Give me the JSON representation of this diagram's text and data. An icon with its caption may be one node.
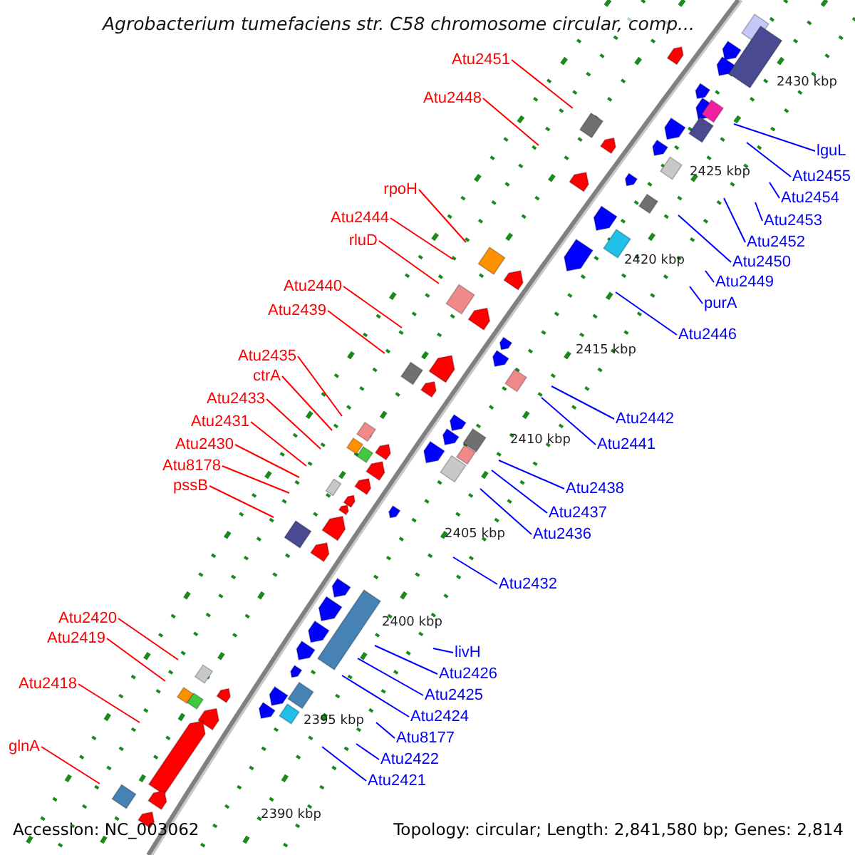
{
  "diagram": {
    "title": "Agrobacterium tumefaciens str. C58 chromosome circular, comp...",
    "nodes": [
      {
        "text": [
          "Atu2451"
        ]
      },
      {
        "text": [
          "Atu2448"
        ]
      },
      {
        "text": [
          "rpoH"
        ]
      },
      {
        "text": [
          "Atu2444"
        ]
      },
      {
        "text": [
          "rluD"
        ]
      },
      {
        "text": [
          "Atu2440"
        ]
      },
      {
        "text": [
          "Atu2439"
        ]
      },
      {
        "text": [
          "Atu2435"
        ]
      },
      {
        "text": [
          "ctrA"
        ]
      },
      {
        "text": [
          "Atu2433"
        ]
      },
      {
        "text": [
          "Atu2431"
        ]
      },
      {
        "text": [
          "Atu2430"
        ]
      },
      {
        "text": [
          "Atu8178"
        ]
      },
      {
        "text": [
          "pssB"
        ]
      },
      {
        "text": [
          "Atu2420"
        ]
      },
      {
        "text": [
          "Atu2419"
        ]
      },
      {
        "text": [
          "Atu2418"
        ]
      },
      {
        "text": [
          "glnA"
        ]
      },
      {
        "text": [
          "lguL"
        ]
      },
      {
        "text": [
          "Atu2455"
        ]
      },
      {
        "text": [
          "Atu2454"
        ]
      },
      {
        "text": [
          "Atu2453"
        ]
      },
      {
        "text": [
          "Atu2452"
        ]
      },
      {
        "text": [
          "Atu2450"
        ]
      },
      {
        "text": [
          "Atu2449"
        ]
      },
      {
        "text": [
          "purA"
        ]
      },
      {
        "text": [
          "Atu2446"
        ]
      },
      {
        "text": [
          "Atu2442"
        ]
      },
      {
        "text": [
          "Atu2441"
        ]
      },
      {
        "text": [
          "Atu2438"
        ]
      },
      {
        "text": [
          "Atu2437"
        ]
      },
      {
        "text": [
          "Atu2436"
        ]
      },
      {
        "text": [
          "Atu2432"
        ]
      },
      {
        "text": [
          "livH"
        ]
      },
      {
        "text": [
          "Atu2426"
        ]
      },
      {
        "text": [
          "Atu2425"
        ]
      },
      {
        "text": [
          "Atu2424"
        ]
      },
      {
        "text": [
          "Atu8177"
        ]
      },
      {
        "text": [
          "Atu2422"
        ]
      },
      {
        "text": [
          "Atu2421"
        ]
      }
    ],
    "edges": [
      {
        "from": 0,
        "to": null,
        "arrow": "none",
        "color": "#ff0000"
      },
      {
        "from": 1,
        "to": null,
        "arrow": "none",
        "color": "#ff0000"
      },
      {
        "from": 2,
        "to": null,
        "arrow": "none",
        "color": "#ff0000"
      },
      {
        "from": 3,
        "to": null,
        "arrow": "none",
        "color": "#ff0000"
      },
      {
        "from": 4,
        "to": null,
        "arrow": "none",
        "color": "#ff0000"
      },
      {
        "from": 5,
        "to": null,
        "arrow": "none",
        "color": "#ff0000"
      },
      {
        "from": 6,
        "to": null,
        "arrow": "none",
        "color": "#ff0000"
      },
      {
        "from": 7,
        "to": null,
        "arrow": "none",
        "color": "#ff0000"
      },
      {
        "from": 8,
        "to": null,
        "arrow": "none",
        "color": "#ff0000"
      },
      {
        "from": 9,
        "to": null,
        "arrow": "none",
        "color": "#ff0000"
      },
      {
        "from": 10,
        "to": null,
        "arrow": "none",
        "color": "#ff0000"
      },
      {
        "from": 11,
        "to": null,
        "arrow": "none",
        "color": "#ff0000"
      },
      {
        "from": 12,
        "to": null,
        "arrow": "none",
        "color": "#ff0000"
      },
      {
        "from": 13,
        "to": null,
        "arrow": "none",
        "color": "#ff0000"
      },
      {
        "from": 14,
        "to": null,
        "arrow": "none",
        "color": "#ff0000"
      },
      {
        "from": 15,
        "to": null,
        "arrow": "none",
        "color": "#ff0000"
      },
      {
        "from": 16,
        "to": null,
        "arrow": "none",
        "color": "#ff0000"
      },
      {
        "from": 17,
        "to": null,
        "arrow": "none",
        "color": "#ff0000"
      },
      {
        "from": 18,
        "to": null,
        "arrow": "none"
      },
      {
        "from": 19,
        "to": null,
        "arrow": "none"
      },
      {
        "from": 20,
        "to": null,
        "arrow": "none"
      },
      {
        "from": 21,
        "to": null,
        "arrow": "none"
      },
      {
        "from": 22,
        "to": null,
        "arrow": "none"
      },
      {
        "from": 23,
        "to": null,
        "arrow": "none"
      },
      {
        "from": 24,
        "to": null,
        "arrow": "none"
      },
      {
        "from": 25,
        "to": null,
        "arrow": "none"
      },
      {
        "from": 26,
        "to": null,
        "arrow": "none"
      },
      {
        "from": 27,
        "to": null,
        "arrow": "none"
      },
      {
        "from": 28,
        "to": null,
        "arrow": "none"
      },
      {
        "from": 29,
        "to": null,
        "arrow": "none"
      },
      {
        "from": 30,
        "to": null,
        "arrow": "none"
      },
      {
        "from": 31,
        "to": null,
        "arrow": "none"
      },
      {
        "from": 32,
        "to": null,
        "arrow": "none"
      },
      {
        "from": 33,
        "to": null,
        "arrow": "none"
      },
      {
        "from": 34,
        "to": null,
        "arrow": "none"
      },
      {
        "from": 35,
        "to": null,
        "arrow": "none"
      },
      {
        "from": 36,
        "to": null,
        "arrow": "none"
      },
      {
        "from": 37,
        "to": null,
        "arrow": "none"
      },
      {
        "from": 38,
        "to": null,
        "arrow": "none"
      },
      {
        "from": 39,
        "to": null,
        "arrow": "none"
      }
    ],
    "labels": [
      "2430 kbp",
      "2425 kbp",
      "2420 kbp",
      "2415 kbp",
      "2410 kbp",
      "2405 kbp",
      "2400 kbp",
      "2395 kbp",
      "2390 kbp",
      "Accession: NC_003062",
      "Topology: circular; Length: 2,841,580 bp; Genes: 2,814"
    ]
  }
}
